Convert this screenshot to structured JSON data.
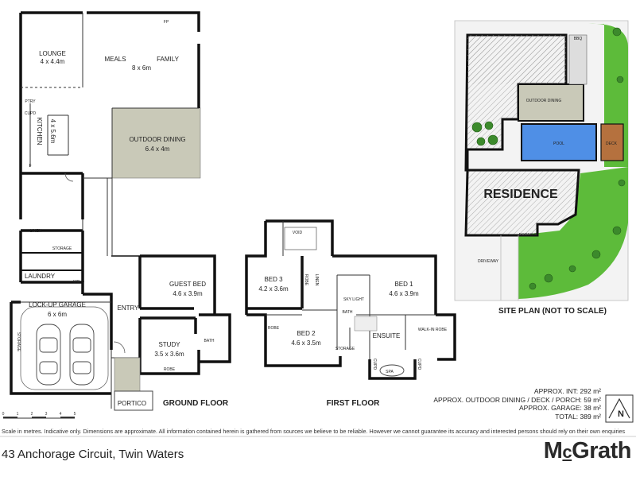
{
  "rooms": {
    "lounge": {
      "name": "LOUNGE",
      "size": "4 x 4.4m"
    },
    "meals": {
      "name": "MEALS",
      "size": "8 x 6m"
    },
    "family": {
      "name": "FAMILY"
    },
    "fp": "FP",
    "ptry": "PTRY",
    "cupd": "CUPD",
    "kitchen": {
      "name": "KITCHEN",
      "size": "4 x 5.6m"
    },
    "fridge": "F",
    "outdoor_dining": {
      "name": "OUTDOOR DINING",
      "size": "6.4 x 4m"
    },
    "linen_ground": "LINEN",
    "storage_ground": "STORAGE",
    "laundry": "LAUNDRY",
    "wc": "WC",
    "garage": {
      "name": "LOCK-UP GARAGE",
      "size": "6 x 6m"
    },
    "garage_storage": "STORAGE",
    "entry": "ENTRY",
    "guest_bed": {
      "name": "GUEST BED",
      "size": "4.6 x 3.9m"
    },
    "study": {
      "name": "STUDY",
      "size": "3.5 x 3.6m"
    },
    "bath_ground": "BATH",
    "robe_ground": "ROBE",
    "portico": "PORTICO",
    "void": "VOID",
    "bed3": {
      "name": "BED 3",
      "size": "4.2 x 3.6m"
    },
    "robe_bed3": "ROBE",
    "linen_first": "LINEN",
    "bed2": {
      "name": "BED 2",
      "size": "4.6 x 3.5m"
    },
    "robe_bed2": "ROBE",
    "bath_first": "BATH",
    "sky_light": "SKY LIGHT",
    "storage_first": "STORAGE",
    "ensuite": "ENSUITE",
    "bed1": {
      "name": "BED 1",
      "size": "4.6 x 3.9m"
    },
    "walk_in_robe": "WALK-IN ROBE",
    "cupd_first_a": "CUPD",
    "cupd_first_b": "CUPD",
    "spa": "SPA"
  },
  "floors": {
    "ground": "GROUND FLOOR",
    "first": "FIRST FLOOR"
  },
  "site_plan": {
    "title": "SITE PLAN (NOT TO SCALE)",
    "residence": "RESIDENCE",
    "outdoor_dining": "OUTDOOR DINING",
    "pool": "POOL",
    "deck": "DECK",
    "bbq": "BBQ",
    "portico": "PORTICO",
    "driveway": "DRIVEWAY",
    "north": "N"
  },
  "scale": {
    "ticks": [
      "0",
      "1",
      "2",
      "3",
      "4",
      "5"
    ]
  },
  "areas": [
    "APPROX. INT: 292 m²",
    "APPROX. OUTDOOR DINING / DECK / PORCH:  59 m²",
    "APPROX. GARAGE:  38 m²",
    "TOTAL: 389 m²"
  ],
  "disclaimer": "Scale in metres. Indicative only. Dimensions are approximate. All information contained herein is gathered from sources we believe to be reliable. However we cannot guarantee its accuracy and interested persons should rely on their own enquiries",
  "address": "43 Anchorage Circuit, Twin Waters",
  "brand": {
    "m": "M",
    "c": "c",
    "rest": "Grath"
  },
  "colors": {
    "wall": "#111111",
    "outdoor": "#c9c9b8",
    "pool": "#4f8fe6",
    "deck": "#b5713e",
    "lawn": "#5dbb3a",
    "hatch": "#cccccc",
    "portico_tile": "#c9c9b8"
  }
}
